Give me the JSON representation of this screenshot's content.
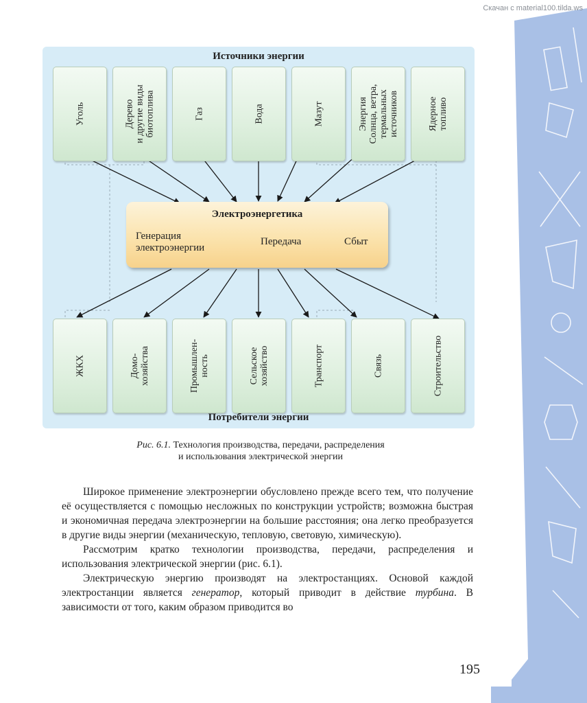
{
  "watermark": "Скачан с material100.tilda.ws",
  "figure": {
    "sources_title": "Источники энергии",
    "sources": [
      "Уголь",
      "Дерево\nи другие виды\nбиотоплива",
      "Газ",
      "Вода",
      "Мазут",
      "Энергия\nСолнца, ветра,\nтермальных\nисточников",
      "Ядерное\nтопливо"
    ],
    "core": {
      "title": "Электроэнергетика",
      "step1": "Генерация\nэлектроэнергии",
      "step2": "Передача",
      "step3": "Сбыт"
    },
    "consumers": [
      "ЖКХ",
      "Домо-\nхозяйства",
      "Промышлен-\nность",
      "Сельское\nхозяйство",
      "Транспорт",
      "Связь",
      "Строительство"
    ],
    "consumers_title": "Потребители энергии"
  },
  "caption": {
    "fig_no": "Рис. 6.1.",
    "text": " Технология производства, передачи, распределения\nи использования электрической энергии"
  },
  "body": {
    "p1": "Широкое применение электроэнергии обусловлено прежде всего тем, что получение её осуществляется с помощью несложных по конструкции устройств; возможна быстрая и экономичная передача электроэнергии на большие расстояния; она легко преобразуется в другие виды энергии (механическую, тепловую, световую, химическую).",
    "p2": "Рассмотрим кратко технологии производства, передачи, распределения и использования электрической энергии (рис. 6.1).",
    "p3_a": "Электрическую энергию производят на электростанциях. Основой каждой электростанции является ",
    "p3_em1": "генератор",
    "p3_b": ", который приводит в действие ",
    "p3_em2": "турбина",
    "p3_c": ". В зависимости от того, каким образом приводится во"
  },
  "page_number": "195",
  "colors": {
    "panel": "#d7ecf7",
    "card": "#dff0df",
    "core": "#fbe3ad",
    "side_band": "#a9c0e6"
  },
  "icons": [
    "arrow-right-icon"
  ]
}
